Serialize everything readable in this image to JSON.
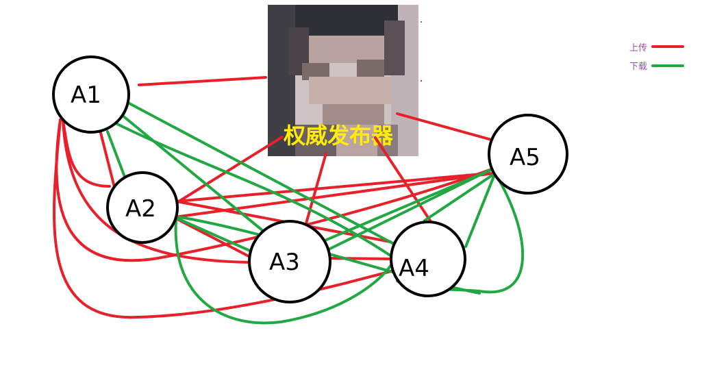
{
  "publisher": {
    "label": "权威发布器",
    "image": "pixelated-face-photo"
  },
  "nodes": [
    {
      "id": "A1",
      "label": "A1"
    },
    {
      "id": "A2",
      "label": "A2"
    },
    {
      "id": "A3",
      "label": "A3"
    },
    {
      "id": "A4",
      "label": "A4"
    },
    {
      "id": "A5",
      "label": "A5"
    }
  ],
  "legend": {
    "upload": {
      "label": "上传",
      "color": "#e8202a"
    },
    "download": {
      "label": "下载",
      "color": "#22a843"
    }
  },
  "colors": {
    "upload": "#e8202a",
    "download": "#22a843",
    "node_stroke": "#000000"
  }
}
